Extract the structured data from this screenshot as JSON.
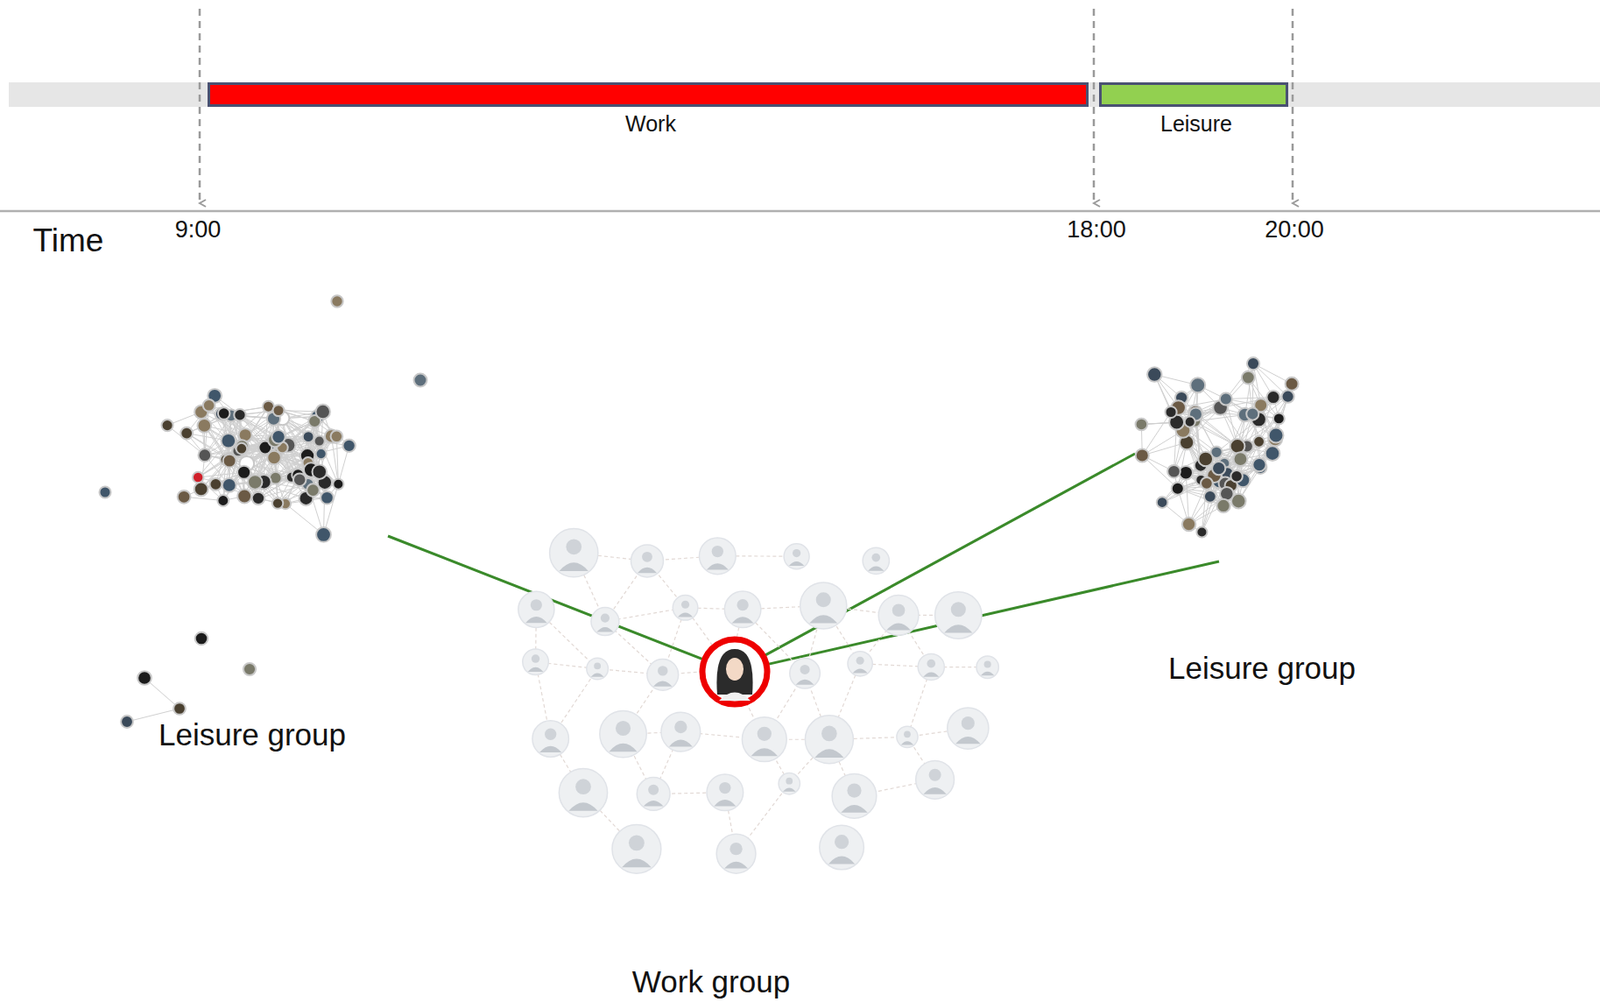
{
  "diagram": {
    "nodes": [
      {
        "text": [
          "Work"
        ]
      },
      {
        "text": [
          "Leisure"
        ]
      },
      {
        "text": [
          "Leisure group"
        ]
      },
      {
        "text": [
          "Leisure group"
        ]
      },
      {
        "text": [
          "Work group"
        ]
      }
    ],
    "edges": [
      {
        "from": 4,
        "to": 2,
        "arrow": "none"
      },
      {
        "from": 4,
        "to": 3,
        "arrow": "none"
      },
      {
        "from": 4,
        "to": 3,
        "arrow": "none"
      }
    ],
    "labels": [
      "Time",
      "9:00",
      "18:00",
      "20:00"
    ]
  }
}
